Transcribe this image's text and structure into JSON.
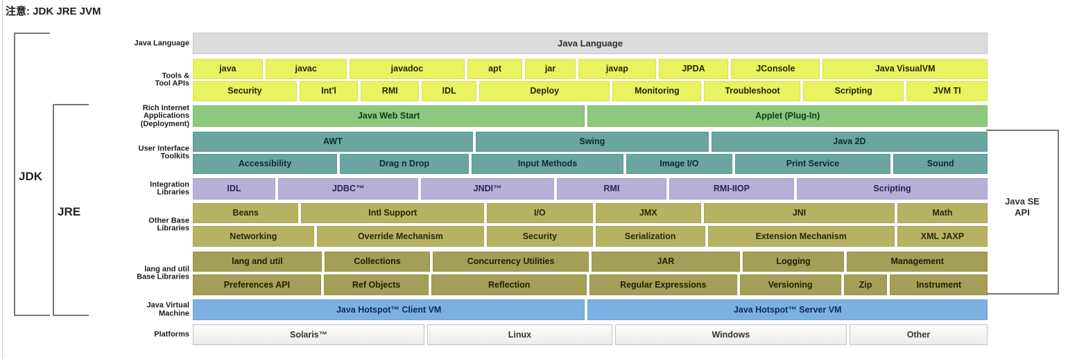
{
  "note": "注意: JDK JRE JVM",
  "brackets": {
    "jdk": "JDK",
    "jre": "JRE",
    "java_se_line1": "Java SE",
    "java_se_line2": "API"
  },
  "colors": {
    "yellow": "#e9f25f",
    "green": "#8cc87d",
    "teal": "#6aa5a2",
    "purple": "#b6afd8",
    "olive": "#b7b163",
    "olive_dark": "#a49e59",
    "blue": "#7cb0e3",
    "gray_bar": "#dcdcdc",
    "platform_bg": "#f5f5f5",
    "bracket_line": "#767676"
  },
  "row_labels": [
    {
      "id": "lang",
      "text": "Java Language"
    },
    {
      "id": "tools",
      "text": "Tools &\nTool APIs"
    },
    {
      "id": "ria",
      "text": "Rich Internet\nApplications\n(Deployment)"
    },
    {
      "id": "ui",
      "text": "User Interface\nToolkits"
    },
    {
      "id": "integration",
      "text": "Integration\nLibraries"
    },
    {
      "id": "base",
      "text": "Other Base\nLibraries"
    },
    {
      "id": "langutil",
      "text": "lang and util\nBase Libraries"
    },
    {
      "id": "jvm",
      "text": "Java Virtual\nMachine"
    },
    {
      "id": "platforms",
      "text": "Platforms"
    }
  ],
  "rows": [
    {
      "id": "lang",
      "color": "gray_bar",
      "cells": [
        "Java Language"
      ]
    },
    {
      "id": "tools1",
      "color": "yellow",
      "cells": [
        "java",
        "javac",
        "javadoc",
        "apt",
        "jar",
        "javap",
        "JPDA",
        "JConsole",
        "Java VisualVM"
      ]
    },
    {
      "id": "tools2",
      "color": "yellow",
      "cells": [
        "Security",
        "Int'l",
        "RMI",
        "IDL",
        "Deploy",
        "Monitoring",
        "Troubleshoot",
        "Scripting",
        "JVM TI"
      ]
    },
    {
      "id": "ria",
      "color": "green",
      "cells": [
        "Java Web Start",
        "Applet (Plug-In)"
      ]
    },
    {
      "id": "ui1",
      "color": "teal",
      "cells": [
        "AWT",
        "Swing",
        "Java 2D"
      ]
    },
    {
      "id": "ui2",
      "color": "teal",
      "cells": [
        "Accessibility",
        "Drag n Drop",
        "Input Methods",
        "Image I/O",
        "Print Service",
        "Sound"
      ]
    },
    {
      "id": "integration",
      "color": "purple",
      "cells": [
        "IDL",
        "JDBC™",
        "JNDI™",
        "RMI",
        "RMI-IIOP",
        "Scripting"
      ]
    },
    {
      "id": "base1",
      "color": "olive",
      "cells": [
        "Beans",
        "Intl Support",
        "I/O",
        "JMX",
        "JNI",
        "Math"
      ]
    },
    {
      "id": "base2",
      "color": "olive",
      "cells": [
        "Networking",
        "Override Mechanism",
        "Security",
        "Serialization",
        "Extension Mechanism",
        "XML JAXP"
      ]
    },
    {
      "id": "langutil1",
      "color": "olive_dark",
      "cells": [
        "lang and util",
        "Collections",
        "Concurrency Utilities",
        "JAR",
        "Logging",
        "Management"
      ]
    },
    {
      "id": "langutil2",
      "color": "olive_dark",
      "cells": [
        "Preferences API",
        "Ref Objects",
        "Reflection",
        "Regular Expressions",
        "Versioning",
        "Zip",
        "Instrument"
      ]
    },
    {
      "id": "jvm",
      "color": "blue",
      "cells": [
        "Java Hotspot™ Client VM",
        "Java Hotspot™ Server VM"
      ]
    },
    {
      "id": "platforms",
      "color": "platform_bg",
      "cells": [
        "Solaris™",
        "Linux",
        "Windows",
        "Other"
      ]
    }
  ]
}
